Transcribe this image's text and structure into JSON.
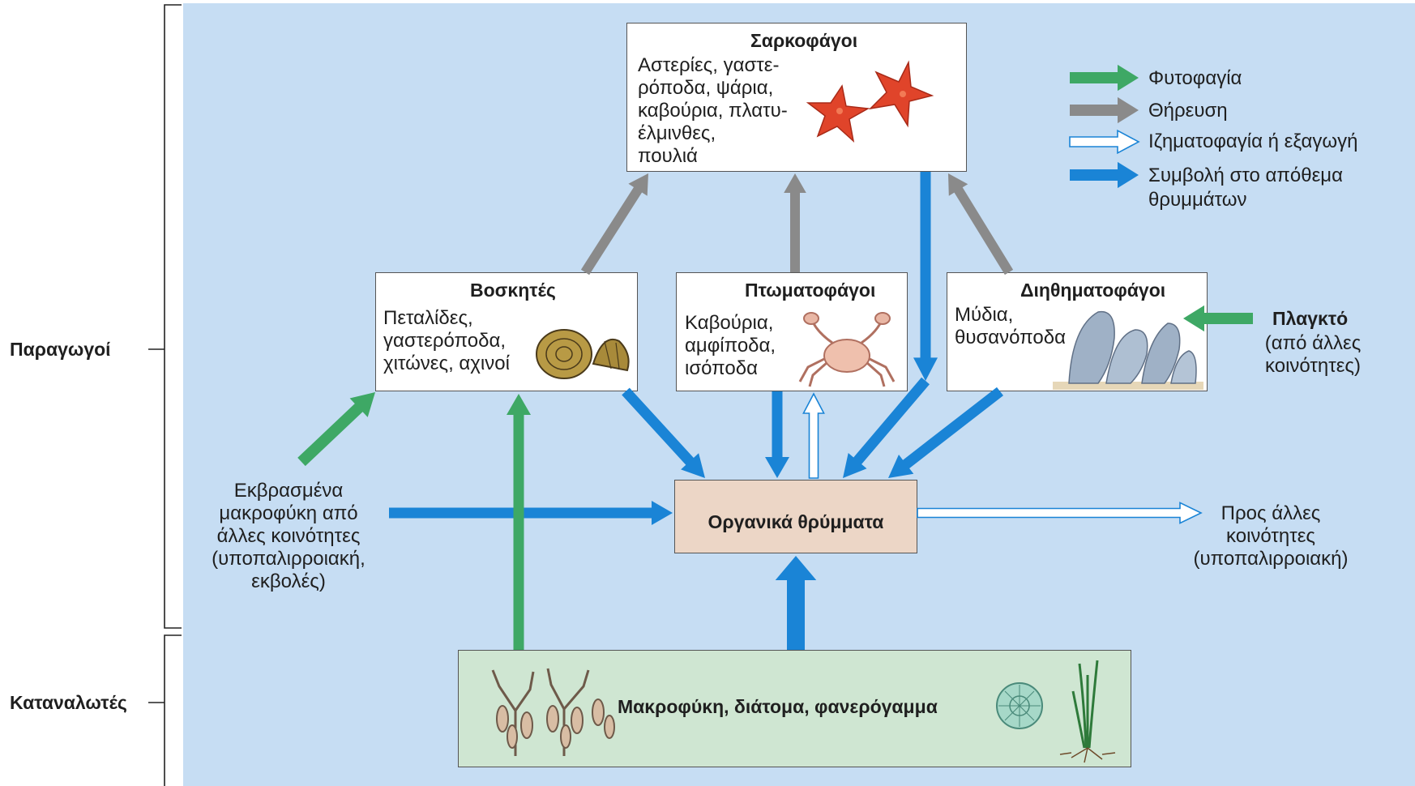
{
  "side_labels": {
    "producers": "Παραγωγοί",
    "consumers": "Καταναλωτές"
  },
  "carnivores": {
    "title": "Σαρκοφάγοι",
    "lines": [
      "Αστερίες, γαστε-",
      "ρόποδα, ψάρια,",
      "καβούρια, πλατυ-",
      "έλμινθες,",
      "πουλιά"
    ],
    "icon": "starfish-icon"
  },
  "grazers": {
    "title": "Βοσκητές",
    "lines": [
      "Πεταλίδες,",
      "γαστερόποδα,",
      "χιτώνες, αχινοί"
    ],
    "icon": "limpet-shells-icon"
  },
  "scavengers": {
    "title": "Πτωματοφάγοι",
    "lines": [
      "Καβούρια,",
      "αμφίποδα,",
      "ισόποδα"
    ],
    "icon": "crab-icon"
  },
  "filter_feeders": {
    "title": "Διηθηματοφάγοι",
    "lines": [
      "Μύδια,",
      "θυσανόποδα"
    ],
    "icon": "mussels-icon"
  },
  "detritus": {
    "title": "Οργανικά θρύμματα"
  },
  "producers_box": {
    "title": "Μακροφύκη, διάτομα, φανερόγαμμα",
    "icons": [
      "seaweed-icon",
      "diatom-icon",
      "seagrass-icon"
    ]
  },
  "plankton": {
    "title": "Πλαγκτό",
    "lines": [
      "(από άλλες",
      "κοινότητες)"
    ]
  },
  "stranded": {
    "lines": [
      "Εκβρασμένα",
      "μακροφύκη από",
      "άλλες κοινότητες",
      "(υποπαλιρροιακή,",
      "εκβολές)"
    ]
  },
  "export": {
    "lines": [
      "Προς άλλες",
      "κοινότητες",
      "(υποπαλιρροιακή)"
    ]
  },
  "legend": [
    {
      "label": "Φυτοφαγία",
      "color": "#3ea865",
      "style": "solid"
    },
    {
      "label": "Θήρευση",
      "color": "#8a8a8a",
      "style": "solid"
    },
    {
      "label": "Ιζηματοφαγία ή εξαγωγή",
      "color": "#ffffff",
      "style": "outline"
    },
    {
      "label": "Συμβολή στο απόθεμα",
      "label2": "θρυμμάτων",
      "color": "#1a84d6",
      "style": "solid"
    }
  ],
  "colors": {
    "panel_bg": "#c6ddf3",
    "herbivory": "#3ea865",
    "predation": "#8a8a8a",
    "detritivory_export": "#ffffff",
    "detritus_contribution": "#1a84d6",
    "detritus_box": "#ecd6c6",
    "producer_box": "#cfe6d2"
  }
}
